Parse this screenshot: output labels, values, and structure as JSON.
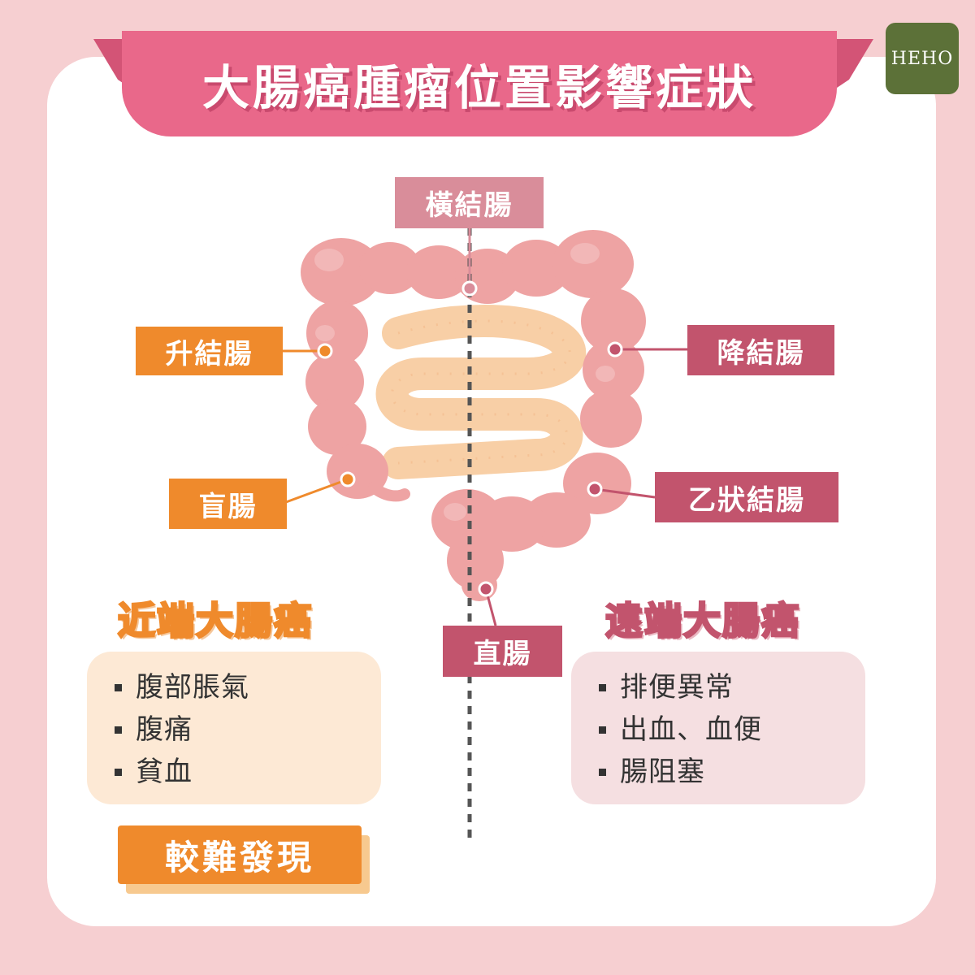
{
  "title": "大腸癌腫瘤位置影響症狀",
  "logo_text": "HEHO",
  "colors": {
    "background": "#f6cfd1",
    "title_banner": "#e9688a",
    "orange": "#ef8a2c",
    "maroon": "#c2546d",
    "pink_label": "#d98d9a",
    "colon": "#eea3a3",
    "small_intestine": "#f8cfa6",
    "logo": "#5c7138"
  },
  "labels": {
    "transverse": "橫結腸",
    "ascending": "升結腸",
    "descending": "降結腸",
    "cecum": "盲腸",
    "sigmoid": "乙狀結腸",
    "rectum": "直腸"
  },
  "proximal": {
    "title": "近端大腸癌",
    "symptoms": [
      "腹部脹氣",
      "腹痛",
      "貧血"
    ],
    "note": "較難發現"
  },
  "distal": {
    "title": "遠端大腸癌",
    "symptoms": [
      "排便異常",
      "出血、血便",
      "腸阻塞"
    ]
  }
}
